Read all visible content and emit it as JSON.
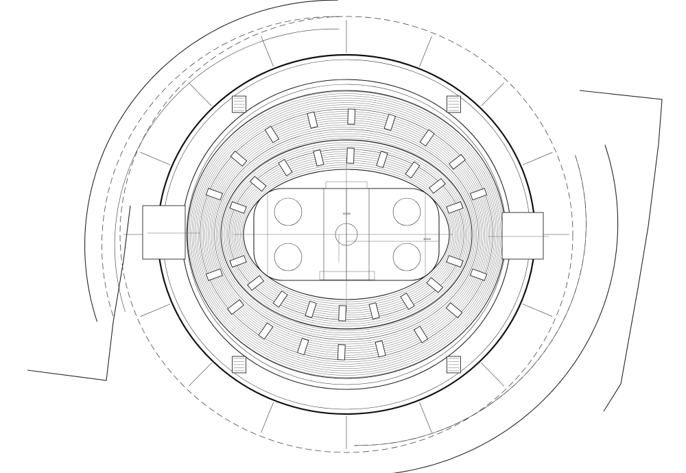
{
  "drawing": {
    "type": "arena floor plan",
    "rink": {
      "faceoff_circles": 5,
      "dimension_labels": [
        "60000",
        "30000"
      ]
    },
    "line_color": "#222222",
    "background": "#ffffff"
  }
}
